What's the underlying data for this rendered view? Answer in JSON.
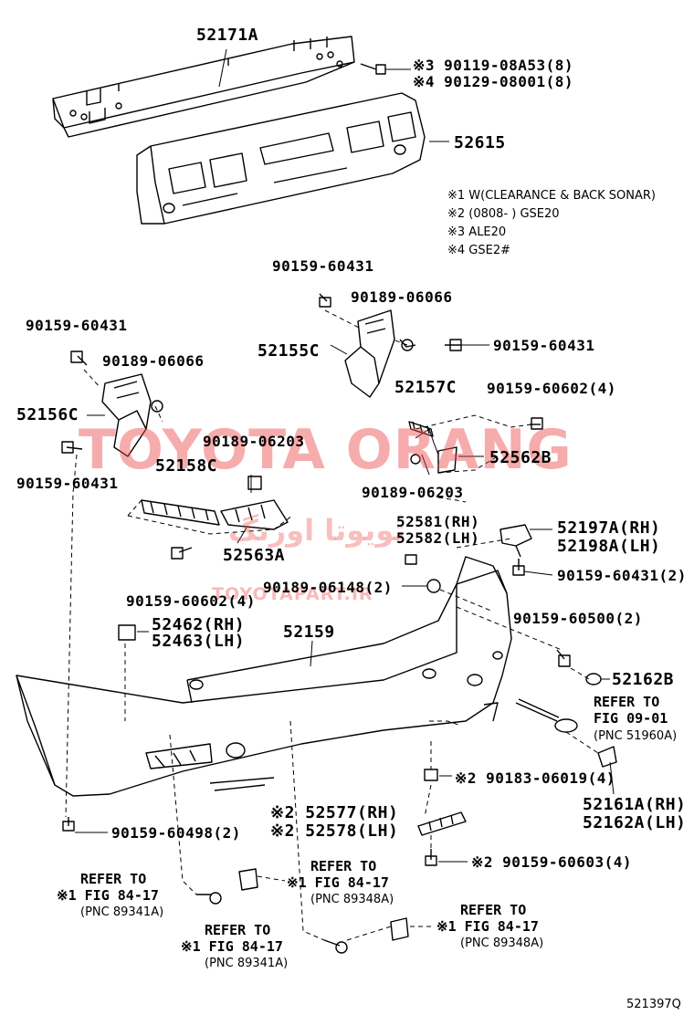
{
  "watermark": {
    "main": "TOYOTA ORANG",
    "persian": "تویوتا اورنگ",
    "site": "TOYOTAPART.IR"
  },
  "notes": [
    "※1 W(CLEARANCE & BACK SONAR)",
    "※2 (0808-        ) GSE20",
    "※3 ALE20",
    "※4 GSE2#"
  ],
  "parts": {
    "p52171A": "52171A",
    "p90119": "※3 90119-08A53(8)",
    "p90129": "※4 90129-08001(8)",
    "p52615": "52615",
    "p90159_60431_a": "90159-60431",
    "p90189_06066_a": "90189-06066",
    "p52155C": "52155C",
    "p90159_60431_b": "90159-60431",
    "p90159_60431_c": "90159-60431",
    "p90189_06066_b": "90189-06066",
    "p52156C": "52156C",
    "p90159_60431_d": "90159-60431",
    "p52157C": "52157C",
    "p90159_60602_a": "90159-60602(4)",
    "p52562B": "52562B",
    "p90189_06203_a": "90189-06203",
    "p52158C": "52158C",
    "p90189_06203_b": "90189-06203",
    "p52563A": "52563A",
    "p52581": "52581(RH)",
    "p52582": "52582(LH)",
    "p52197A": "52197A(RH)",
    "p52198A": "52198A(LH)",
    "p90159_60431_e": "90159-60431(2)",
    "p90189_06148": "90189-06148(2)",
    "p90159_60602_b": "90159-60602(4)",
    "p90159_60500": "90159-60500(2)",
    "p52462": "52462(RH)",
    "p52463": "52463(LH)",
    "p52159": "52159",
    "p52162B": "52162B",
    "p90183": "※2 90183-06019(4)",
    "p52161A": "52161A(RH)",
    "p52162A": "52162A(LH)",
    "p52577": "※2 52577(RH)",
    "p52578": "※2 52578(LH)",
    "p90159_60498": "90159-60498(2)",
    "p90159_60603": "※2 90159-60603(4)"
  },
  "refs": {
    "r1": {
      "title": "REFER TO",
      "fig": "FIG 09-01",
      "pnc": "(PNC 51960A)"
    },
    "r2": {
      "title": "REFER TO",
      "fig": "※1 FIG 84-17",
      "pnc": "(PNC 89341A)"
    },
    "r3": {
      "title": "REFER TO",
      "fig": "※1 FIG 84-17",
      "pnc": "(PNC 89348A)"
    },
    "r4": {
      "title": "REFER TO",
      "fig": "※1 FIG 84-17",
      "pnc": "(PNC 89341A)"
    },
    "r5": {
      "title": "REFER TO",
      "fig": "※1 FIG 84-17",
      "pnc": "(PNC 89348A)"
    }
  },
  "drawing_code": "521397Q"
}
